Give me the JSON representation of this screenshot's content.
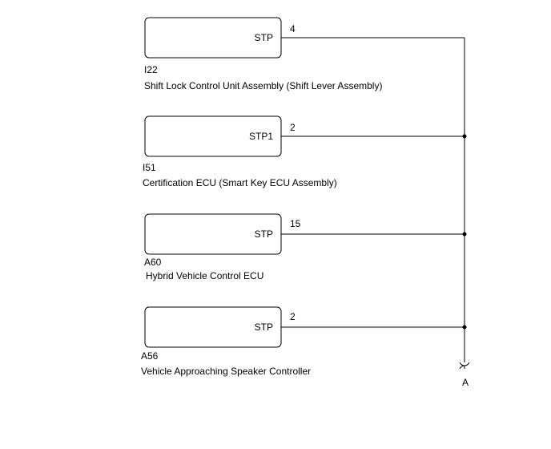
{
  "components": [
    {
      "terminal": "STP",
      "pin": "4",
      "code": "I22",
      "name": "Shift Lock Control Unit Assembly (Shift Lever Assembly)"
    },
    {
      "terminal": "STP1",
      "pin": "2",
      "code": "I51",
      "name": "Certification ECU (Smart Key ECU Assembly)"
    },
    {
      "terminal": "STP",
      "pin": "15",
      "code": "A60",
      "name": "Hybrid Vehicle Control ECU"
    },
    {
      "terminal": "STP",
      "pin": "2",
      "code": "A56",
      "name": "Vehicle Approaching Speaker Controller"
    }
  ],
  "bus": {
    "label": "A"
  }
}
